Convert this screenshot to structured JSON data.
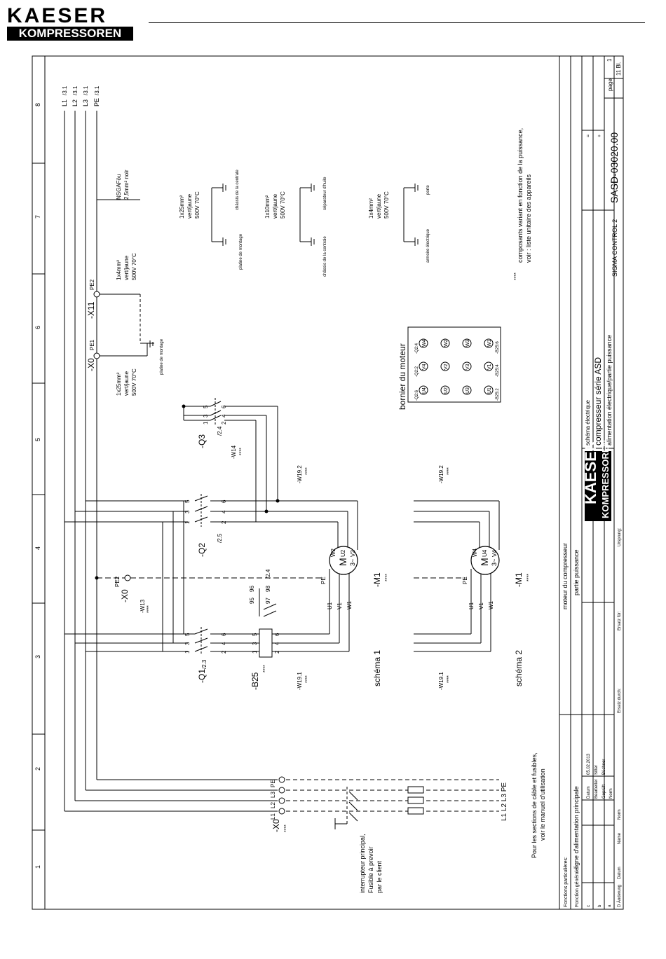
{
  "header": {
    "logo_top": "KAESER",
    "logo_bottom": "KOMPRESSOREN"
  },
  "grid": {
    "columns": [
      "1",
      "2",
      "3",
      "4",
      "5",
      "6",
      "7",
      "8"
    ]
  },
  "bus": [
    {
      "label": "L1",
      "ref": "/3.1"
    },
    {
      "label": "L2",
      "ref": "/3.1"
    },
    {
      "label": "L3",
      "ref": "/3.1"
    },
    {
      "label": "PE",
      "ref": "/3.1"
    }
  ],
  "supply": {
    "terminal": "-X0",
    "terminal_stars": "****",
    "pins": [
      "L1",
      "L2",
      "L3",
      "PE"
    ],
    "fuse_labels": "L1  L2  L3  PE",
    "switch_note": [
      "interrupteur principal,",
      "Fusible à prevoir",
      "par le client"
    ],
    "sections_note": [
      "Pour les sections de câble et fusibles,",
      "voir le manuel d'utilisation"
    ]
  },
  "pe_connections": {
    "x0": {
      "name": "-X0",
      "pin": "PE1",
      "cable": [
        "1x25mm²",
        "vert/jaune",
        "500V 70°C"
      ],
      "target": "platine de montage"
    },
    "x11": {
      "name": "-X11",
      "pin": "PE2",
      "cable": [
        "1x4mm²",
        "vert/jaune",
        "500V 70°C"
      ]
    },
    "nsg": [
      "NSGAFöu",
      "2,5mm² noir"
    ]
  },
  "earth_links": [
    {
      "cable": [
        "1x25mm²",
        "vert/jaune",
        "500V 70°C"
      ],
      "from": "platine de montage",
      "to": "châssis de la centrale"
    },
    {
      "cable": [
        "1x10mm²",
        "vert/jaune",
        "500V 70°C"
      ],
      "from": "châssis de la centrale",
      "to": "séparateur d'huile"
    },
    {
      "cable": [
        "1x4mm²",
        "vert/jaune",
        "500V 70°C"
      ],
      "from": "armoire électrique",
      "to": "porte"
    }
  ],
  "variant_note": [
    "composants variant en fonction de la puissance,",
    "voir : liste unitaire des appareils"
  ],
  "variant_stars": "****",
  "contactors": {
    "q1": {
      "name": "-Q1",
      "ref": "/2.3",
      "top_pins": [
        "1",
        "3",
        "5"
      ],
      "bottom_pins": [
        "2",
        "4",
        "6"
      ]
    },
    "q2": {
      "name": "-Q2",
      "ref": "/2.5",
      "top_pins": [
        "1",
        "3",
        "5"
      ],
      "bottom_pins": [
        "2",
        "4",
        "6"
      ]
    },
    "q3": {
      "name": "-Q3",
      "ref": "/2.4",
      "top_pins": [
        "1",
        "3",
        "5"
      ],
      "bottom_pins": [
        "2",
        "4",
        "6"
      ]
    }
  },
  "overload": {
    "name": "-B25",
    "stars": "****",
    "top_pins": [
      "1",
      "3",
      "5"
    ],
    "bottom_pins": [
      "2",
      "4",
      "6"
    ],
    "contact_pins": [
      "95",
      "96",
      "97",
      "98"
    ],
    "contact_ref": "/2.4"
  },
  "cables": {
    "w13": "-W13",
    "w14": "-W14",
    "w19_1": "-W19.1",
    "w19_2": "-W19.2",
    "stars": "****"
  },
  "motor1": {
    "name": "-M1",
    "stars": "****",
    "symbol": "M",
    "phase": "3~",
    "pins_left": [
      "U1",
      "V1",
      "W1"
    ],
    "pins_right": [
      "W2",
      "U2",
      "V2"
    ],
    "pe": "PE",
    "label": "schéma 1"
  },
  "motor2": {
    "name": "-M1",
    "stars": "****",
    "symbol": "M",
    "phase": "3~",
    "pins_left": [
      "U1",
      "V1",
      "W1"
    ],
    "pins_right": [
      "W4",
      "U4",
      "V4"
    ],
    "pe": "PE",
    "label": "schéma 2"
  },
  "x0_mid": {
    "name": "-X0",
    "pin": "PE2"
  },
  "terminal_board": {
    "title": "bornier du moteur",
    "row_top": [
      {
        "t": "U4",
        "r": "-Q2:6"
      },
      {
        "t": "V4",
        "r": "-Q2:2"
      },
      {
        "t": "W4",
        "r": "-Q2:4"
      }
    ],
    "row_mid": [
      {
        "t": "U2"
      },
      {
        "t": "V2"
      },
      {
        "t": "W2"
      }
    ],
    "row_low": [
      {
        "t": "U3"
      },
      {
        "t": "V3"
      },
      {
        "t": "W3"
      }
    ],
    "row_bot": [
      {
        "t": "U1",
        "r": "-B25:2"
      },
      {
        "t": "V1",
        "r": "-B25:4"
      },
      {
        "t": "W1",
        "r": "-B25:6"
      }
    ]
  },
  "titleblock": {
    "fonctions_particulieres": "Fonctions particulières:",
    "fonction_generale": "Fonction générale:",
    "fonction_generale_value": "ligne d'alimentation principale",
    "function_top": "moteur du compresseur",
    "function_bottom": "partie puissance",
    "rows": [
      "Datum",
      "Bearbeiter",
      "Geprüft",
      "Norm"
    ],
    "values": [
      "05.02.2013",
      "Sitter",
      "Büchner",
      ""
    ],
    "rev_letters": [
      "c",
      "b",
      "a",
      "D Änderung"
    ],
    "rev_cols": [
      "Datum",
      "Name"
    ],
    "ersatz_durch": "Ersatz durch:",
    "ersatz_fur": "Ersatz für:",
    "ursprung": "Ursprung:",
    "schema_label": "schéma électrique",
    "product": "compresseur série ASD",
    "subtitle": "alimentation électrique/partie puissance",
    "control": "SIGMA CONTROL 2",
    "docnum": "SASD-03020.00",
    "page_label": "page",
    "page_num": "1",
    "sheets": "11  Bl.",
    "eq": "=",
    "plus": "+"
  }
}
